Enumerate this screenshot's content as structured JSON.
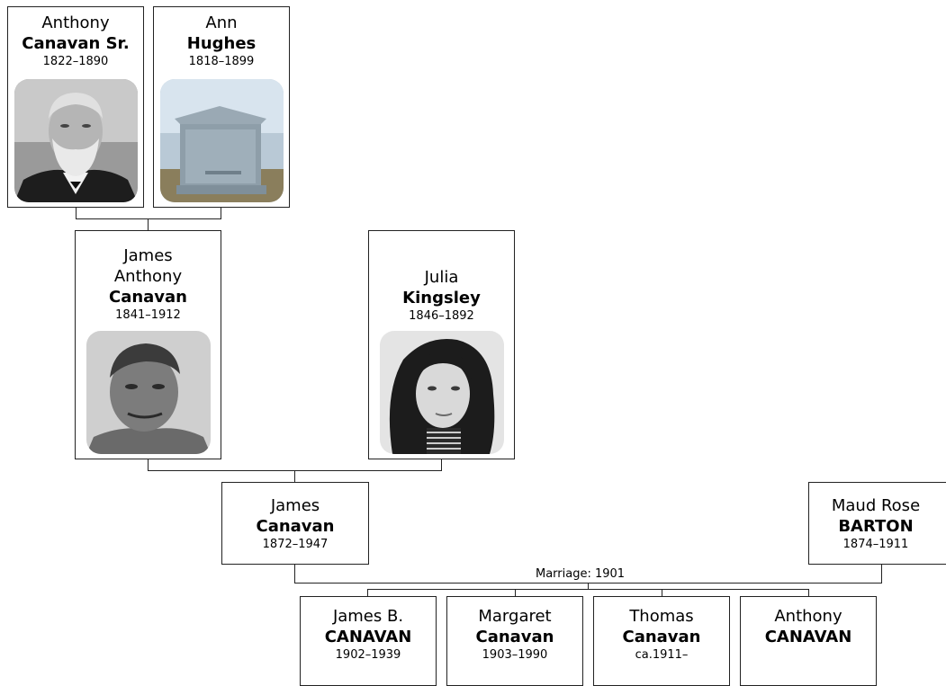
{
  "people": {
    "anthony_sr": {
      "given": "Anthony",
      "surname": "Canavan Sr.",
      "dates": "1822–1890"
    },
    "ann": {
      "given": "Ann",
      "surname": "Hughes",
      "dates": "1818–1899"
    },
    "james_anthony": {
      "given": "James Anthony",
      "surname": "Canavan",
      "dates": "1841–1912"
    },
    "julia": {
      "given": "Julia",
      "surname": "Kingsley",
      "dates": "1846–1892"
    },
    "james": {
      "given": "James",
      "surname": "Canavan",
      "dates": "1872–1947"
    },
    "maud": {
      "given": "Maud Rose",
      "surname": "BARTON",
      "dates": "1874–1911"
    },
    "james_b": {
      "given": "James B.",
      "surname": "CANAVAN",
      "dates": "1902–1939"
    },
    "margaret": {
      "given": "Margaret",
      "surname": "Canavan",
      "dates": "1903–1990"
    },
    "thomas": {
      "given": "Thomas",
      "surname": "Canavan",
      "dates": "ca.1911–"
    },
    "anthony": {
      "given": "Anthony",
      "surname": "CANAVAN",
      "dates": ""
    }
  },
  "marriage_label": "Marriage: 1901"
}
